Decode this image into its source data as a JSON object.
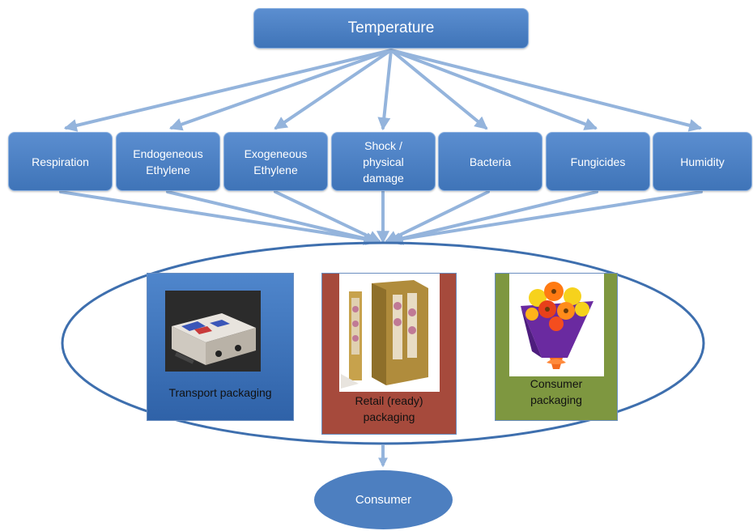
{
  "diagram": {
    "top": {
      "label": "Temperature"
    },
    "factors": [
      {
        "label": "Respiration"
      },
      {
        "label": "Endogeneous\nEthylene"
      },
      {
        "label": "Exogeneous\nEthylene"
      },
      {
        "label": "Shock /\nphysical\ndamage"
      },
      {
        "label": "Bacteria"
      },
      {
        "label": "Fungicides"
      },
      {
        "label": "Humidity"
      }
    ],
    "packaging": [
      {
        "label": "Transport packaging"
      },
      {
        "label": "Retail (ready)\npackaging"
      },
      {
        "label": "Consumer\npackaging"
      }
    ],
    "bottom": {
      "label": "Consumer"
    }
  },
  "colors": {
    "box_fill": "#4a7fc3",
    "arrow": "#94b4dc",
    "ellipse_stroke": "#3e6fae",
    "transport_fill": "#3f73b8",
    "retail_fill": "#a64a3c",
    "consumer_fill": "#7e9740"
  }
}
